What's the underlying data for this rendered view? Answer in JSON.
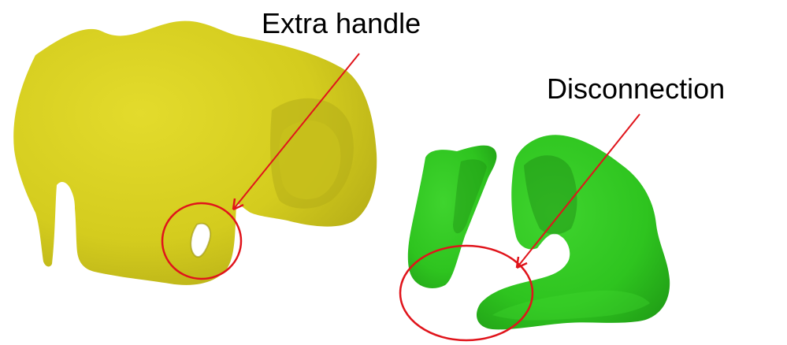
{
  "annotations": {
    "extra_handle": "Extra handle",
    "disconnection": "Disconnection"
  },
  "colors": {
    "yellow_surface": "#d4cc1e",
    "yellow_shadow": "#a9a214",
    "green_surface": "#2ec41f",
    "green_shadow": "#1e8f14",
    "annotation_red": "#e0141b"
  },
  "objects": [
    {
      "name": "yellow-mesh",
      "description_color": "yellow"
    },
    {
      "name": "green-mesh",
      "description_color": "green"
    }
  ]
}
